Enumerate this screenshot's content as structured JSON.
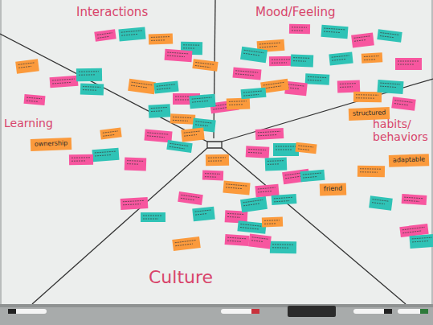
{
  "diagram": {
    "nodes": [
      {
        "text": [
          "ownership"
        ]
      },
      {
        "text": [
          "structured"
        ]
      },
      {
        "text": [
          "adaptable"
        ]
      },
      {
        "text": [
          "friend"
        ]
      }
    ],
    "labels": [
      "Interactions",
      "Mood/Feeling",
      "Learning",
      "habits/ behaviors",
      "Culture"
    ]
  }
}
